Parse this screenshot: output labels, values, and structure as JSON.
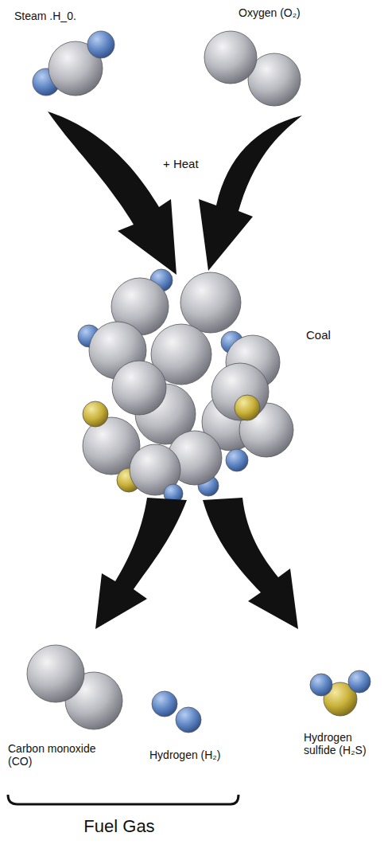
{
  "diagram": {
    "labels": [
      "Steam .H_0.",
      "Oxygen (O₂)",
      "+ Heat",
      "Coal",
      "Carbon monoxide (CO)",
      "Hydrogen (H₂)",
      "Hydrogen sulfide (H₂S)",
      "Fuel Gas"
    ]
  }
}
